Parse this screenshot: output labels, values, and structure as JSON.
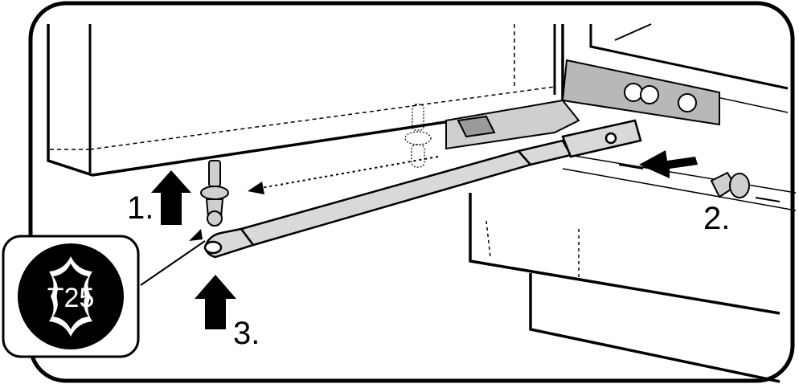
{
  "steps": {
    "step1": "1.",
    "step2": "2.",
    "step3": "3."
  },
  "tool": {
    "label": "T25",
    "icon": "torx-bit-icon"
  },
  "colors": {
    "line": "#000000",
    "part_fill": "#d9d9d9",
    "hinge_fill": "#b8b8b8",
    "background": "#ffffff"
  }
}
